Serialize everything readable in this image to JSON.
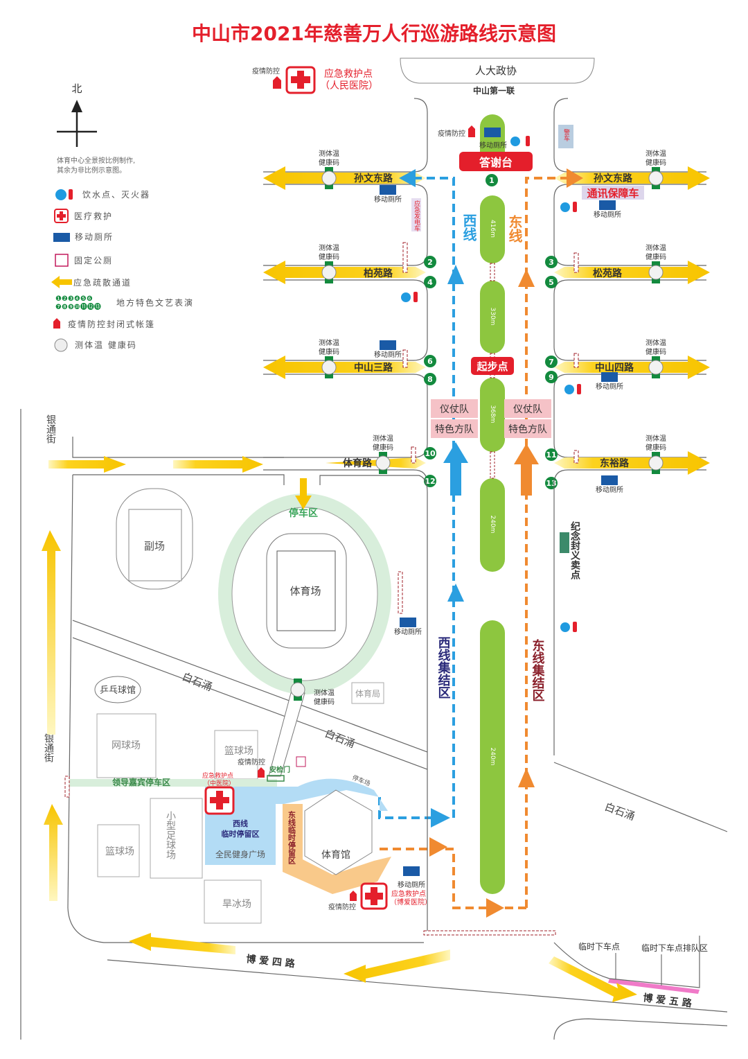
{
  "title": "中山市2021年慈善万人行巡游路线示意图",
  "compass": {
    "north": "北"
  },
  "legend": {
    "note_line1": "体育中心全景按比例制作,",
    "note_line2": "其余为非比例示意图。",
    "water_fire": "饮水点、灭火器",
    "medical": "医疗救护",
    "mobile_toilet": "移动厕所",
    "fixed_toilet": "固定公厕",
    "evacuation": "应急疏散通道",
    "performance": "地方特色文艺表演",
    "tent": "疫情防控封闭式帐篷",
    "checkpoint": "测体温 健康码",
    "numbers_row1": "❶❷❸❹❺❻",
    "numbers_row2": "❼❽❾❿⓫⓬⓭"
  },
  "top": {
    "renda": "人大政协",
    "zhongshan_yilian": "中山第一联",
    "epidemic_control": "疫情防控",
    "aid_point": "应急救护点",
    "aid_hospital": "（人民医院）",
    "mobile_toilet": "移动厕所",
    "police_car": "警车",
    "thanks_stage": "答谢台",
    "generator_car": "应急发电车",
    "comm_car": "通讯保障车"
  },
  "roads": {
    "sunwen_w": "孙文东路",
    "sunwen_e": "孙文东路",
    "baiyuan": "柏苑路",
    "songyuan": "松苑路",
    "zs3": "中山三路",
    "zs4": "中山四路",
    "tiyu": "体育路",
    "dongyu": "东裕路",
    "yintong1": "银通街",
    "yintong2": "银通街",
    "baishiyong1": "白石涌",
    "baishiyong2": "白石涌",
    "baishiyong3": "白石涌",
    "boai4": "博 爱 四 路",
    "boai5": "博 爱 五 路"
  },
  "checkpoint_label": {
    "line1": "测体温",
    "line2": "健康码"
  },
  "route": {
    "west": "西线",
    "east": "东线",
    "start": "起步点",
    "honor_guard_w": "仪仗队",
    "honor_guard_e": "仪仗队",
    "special_w": "特色方队",
    "special_e": "特色方队",
    "west_assembly": "西线集结区",
    "east_assembly": "东线集结区",
    "segments": [
      "416m",
      "330m",
      "368m",
      "240m",
      "240m"
    ],
    "west_color": "#2b9fe0",
    "east_color": "#f08a30",
    "median_color": "#8dc63f"
  },
  "numbers": [
    "1",
    "2",
    "3",
    "4",
    "5",
    "6",
    "7",
    "8",
    "9",
    "10",
    "11",
    "12",
    "13"
  ],
  "venues": {
    "fuchang": "副场",
    "stadium": "体育场",
    "parking": "停车区",
    "pingpong": "乒乓球馆",
    "tennis": "网球场",
    "basketball1": "篮球场",
    "basketball2": "篮球场",
    "small_football": "小型足球场",
    "ice_rink": "旱冰场",
    "gym": "体育馆",
    "sports_bureau": "体育局",
    "fitness_plaza": "全民健身广场",
    "west_hold_1": "西线",
    "west_hold_2": "临时停留区",
    "east_hold": "东线临时停留区",
    "vip_parking": "领导嘉宾停车区",
    "security_gate": "安检门",
    "car_park": "停车场",
    "aid_zhong": "应急救护点",
    "aid_zhong_h": "（中医院）",
    "aid_boai": "应急救护点",
    "aid_boai_h": "（博爱医院）",
    "epidemic1": "疫情防控",
    "epidemic2": "疫情防控",
    "mobile_toilet": "移动厕所",
    "souvenir": "纪念封义卖点",
    "dropoff": "临时下车点",
    "dropoff_queue": "临时下车点排队区"
  },
  "labels_toilet": "移动厕所",
  "epidemic_label": "疫情防控"
}
